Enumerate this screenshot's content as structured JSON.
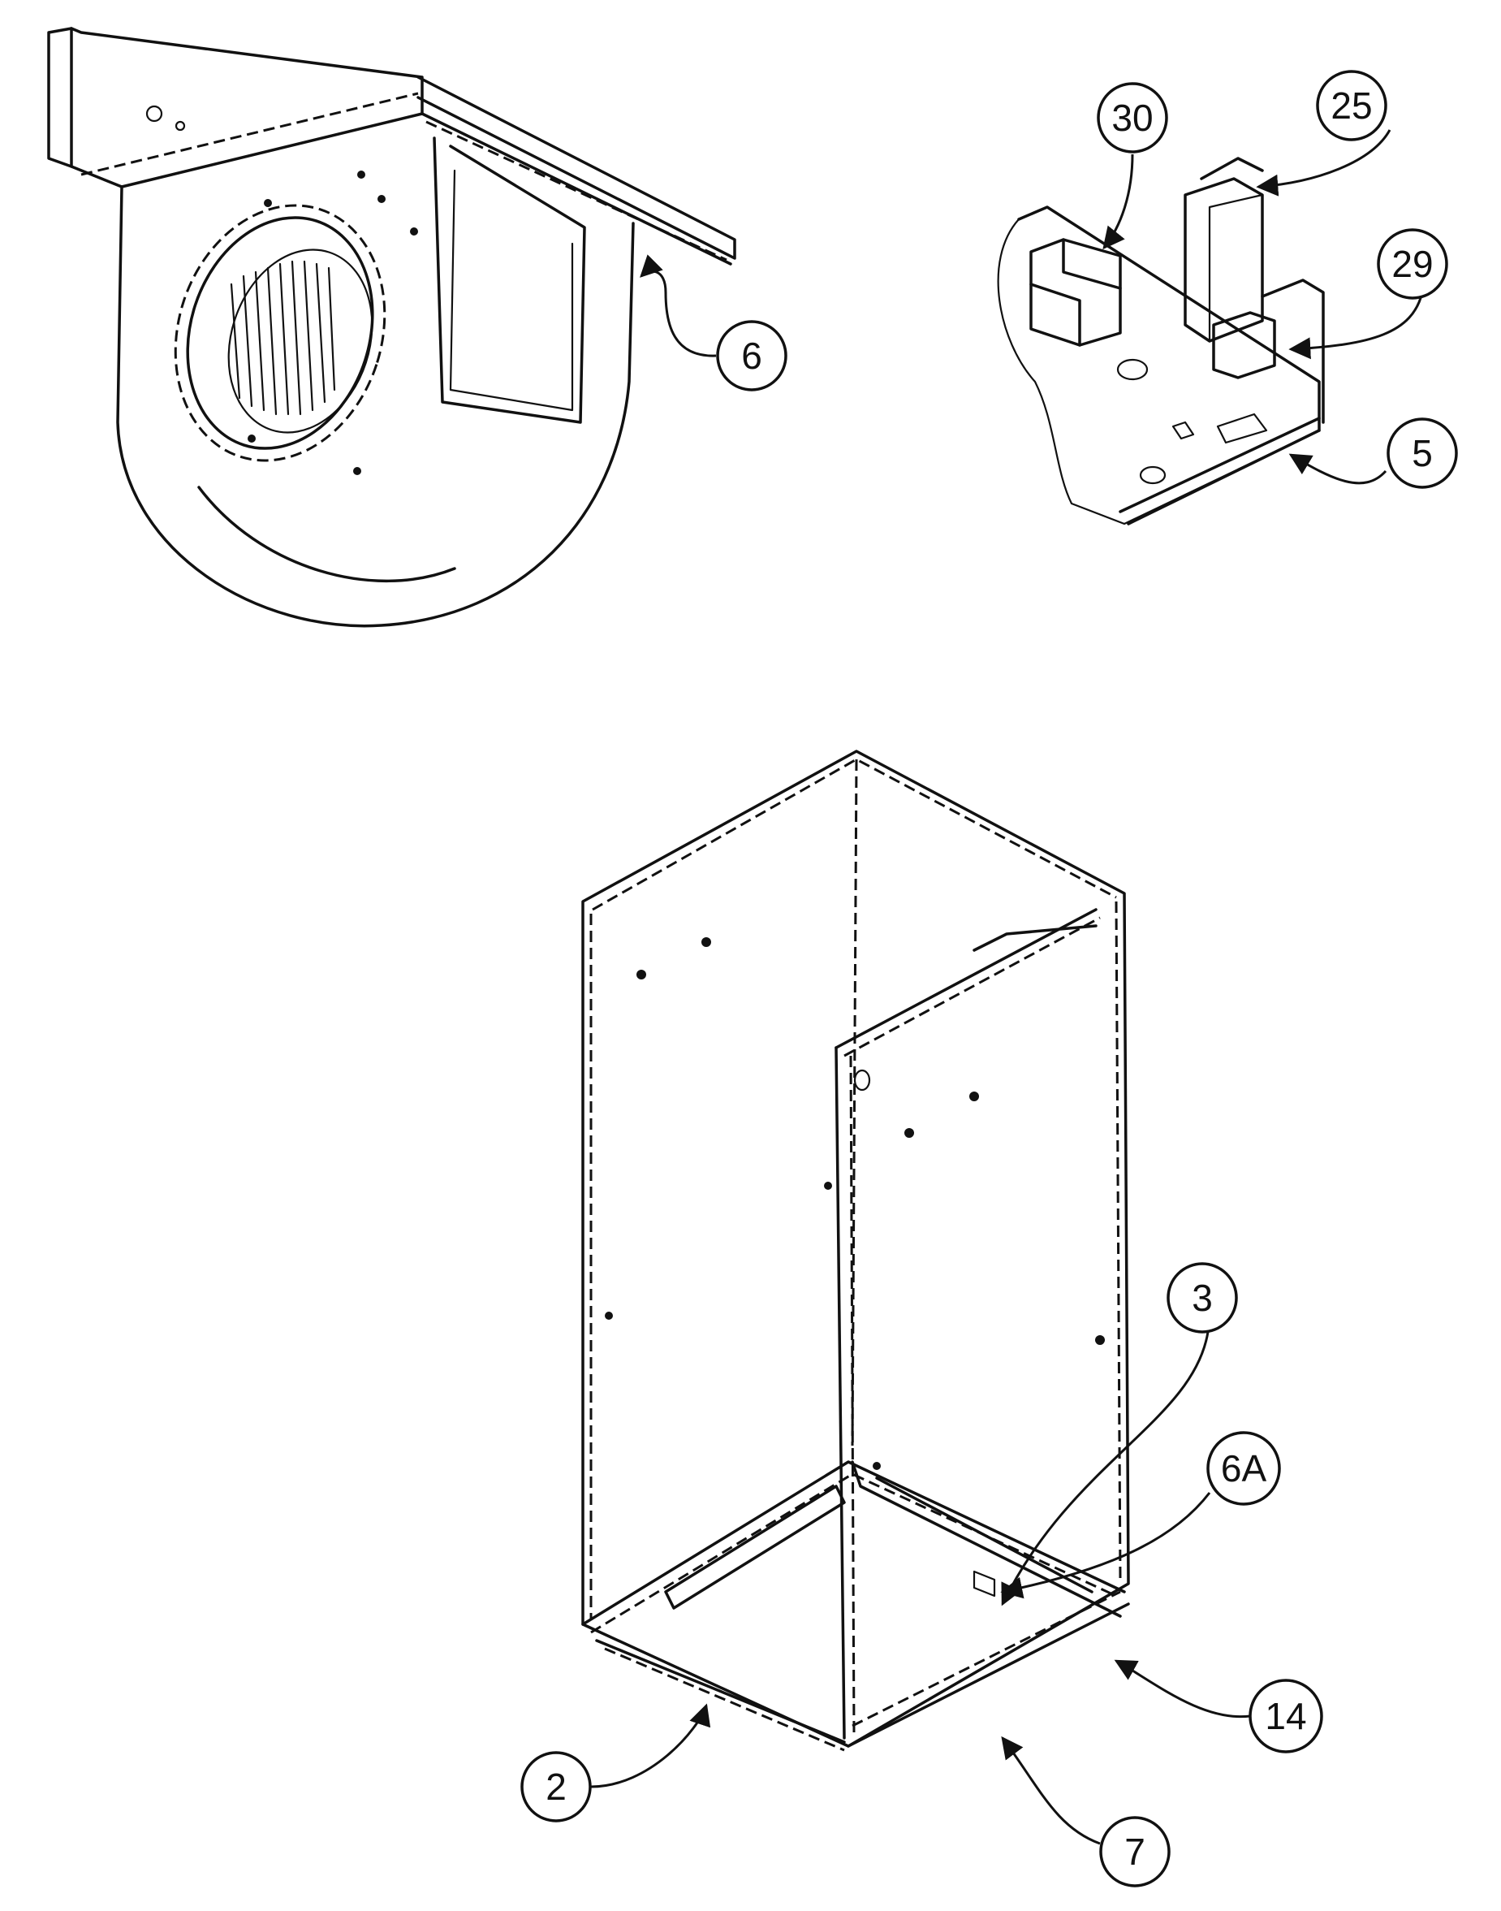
{
  "callouts": {
    "c6": "6",
    "c30": "30",
    "c25": "25",
    "c29": "29",
    "c5": "5",
    "c3": "3",
    "c6A": "6A",
    "c14": "14",
    "c2": "2",
    "c7": "7"
  }
}
